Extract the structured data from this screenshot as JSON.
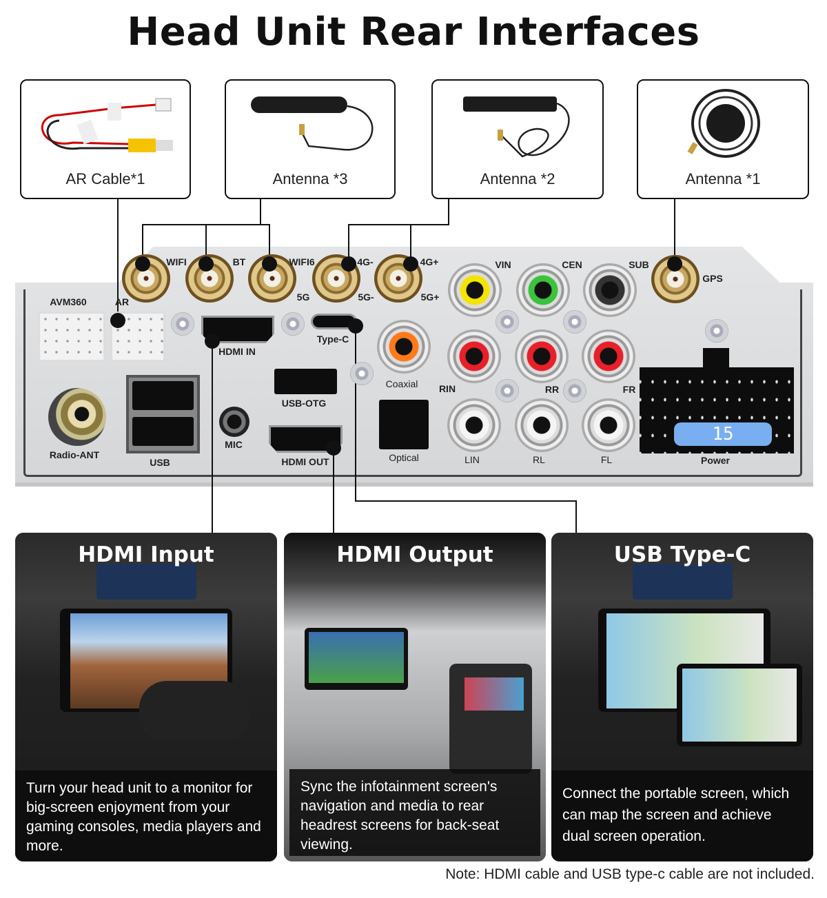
{
  "title": "Head Unit Rear Interfaces",
  "accessories": [
    {
      "label": "AR Cable*1"
    },
    {
      "label": "Antenna *3"
    },
    {
      "label": "Antenna *2"
    },
    {
      "label": "Antenna *1"
    }
  ],
  "panel": {
    "labels": {
      "wifi": "WIFI",
      "bt": "BT",
      "wifi6": "WIFI6",
      "g4m": "4G-",
      "g4p": "4G+",
      "g5": "5G",
      "g5m": "5G-",
      "g5p": "5G+",
      "vin": "VIN",
      "cen": "CEN",
      "sub": "SUB",
      "gps": "GPS",
      "avm": "AVM360",
      "ar": "AR",
      "hdmiin": "HDMI  IN",
      "typec": "Type-C",
      "usbotg": "USB-OTG",
      "coax": "Coaxial",
      "rin": "RIN",
      "rr": "RR",
      "fr": "FR",
      "mic": "MIC",
      "hdmiout": "HDMI  OUT",
      "optical": "Optical",
      "lin": "LIN",
      "rl": "RL",
      "fl": "FL",
      "power": "Power",
      "radio": "Radio-ANT",
      "usb": "USB"
    },
    "fuse_rating": "15"
  },
  "features": [
    {
      "title": "HDMI Input",
      "caption": "Turn your head unit to a monitor for big-screen enjoyment from your gaming consoles, media players and more."
    },
    {
      "title": "HDMI Output",
      "caption": "Sync the infotainment screen's navigation and media to rear headrest screens for back-seat viewing."
    },
    {
      "title": "USB Type-C",
      "caption": "Connect the portable screen, which can map the screen and achieve dual screen operation."
    }
  ],
  "note": "Note: HDMI cable and USB type-c cable are not included.",
  "colors": {
    "rca_yellow": "#f4e400",
    "rca_green": "#3cc23c",
    "rca_red": "#e8202a",
    "rca_orange": "#ff7a1a",
    "rca_white": "#f4f4f4",
    "fuse": "#79aef0"
  }
}
